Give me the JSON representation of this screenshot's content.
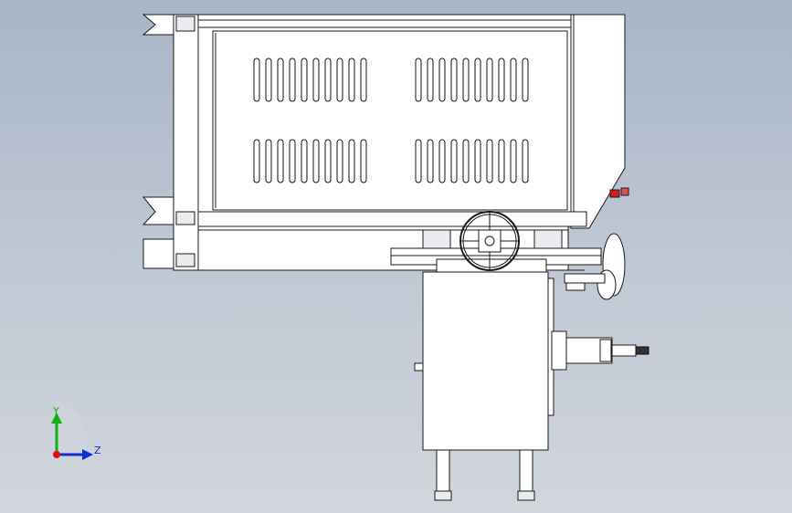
{
  "triad": {
    "y_label": "Y",
    "z_label": "Z",
    "colors": {
      "y": "#10b010",
      "z": "#1030d0",
      "x": "#e01010"
    }
  },
  "vent_panel": {
    "rows": 2,
    "groups_per_row": 2,
    "slots_per_group": 10
  }
}
